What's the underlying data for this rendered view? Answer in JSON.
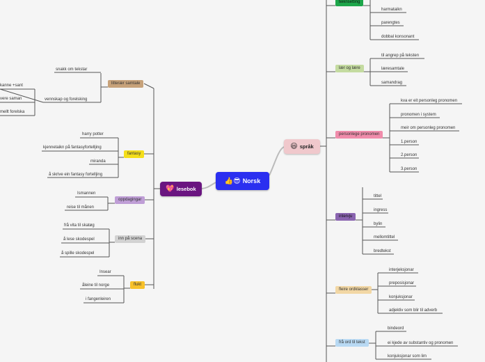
{
  "root": {
    "label": "Norsk",
    "icons": "👍😎"
  },
  "lesebok": {
    "label": "lesebok",
    "icon": "💖",
    "groups": [
      {
        "label": "litterær samtale",
        "children": [
          "snakk om tekstar",
          "vennskap og forelsking"
        ],
        "sub": [
          "kanne +sant",
          "vere saman",
          "mellt forelska"
        ]
      },
      {
        "label": "fantasy",
        "children": [
          "harry potter",
          "kjennetaikn på fantasyfortelljing",
          "miranda",
          "å skrive ein fantasy fortelljing"
        ]
      },
      {
        "label": "oppdagingar",
        "children": [
          "Ismannen",
          "reise til månen"
        ]
      },
      {
        "label": "inn på scena",
        "children": [
          "frå vita til skatøg",
          "å lese skodespel",
          "å spille skodespel"
        ]
      },
      {
        "label": "flukt",
        "children": [
          "Insear",
          "åleine til norge",
          "i fangenleiren"
        ]
      }
    ]
  },
  "sprak": {
    "label": "språk",
    "icon": "😃",
    "groups": [
      {
        "label": "teiknsetting",
        "children": [
          "harmataikn",
          "parengtes",
          "dobbal konsonant"
        ]
      },
      {
        "label": "lær og lære",
        "children": [
          "til angrep på teksten",
          "læresamtale",
          "samandrag"
        ]
      },
      {
        "label": "personlege pronomen",
        "children": [
          "kva er eit personleg pronomen",
          "pronomen i system",
          "meir om personleg pronomen",
          "1.person",
          "2.person",
          "3.person"
        ]
      },
      {
        "label": "intervju",
        "children": [
          "tittel",
          "ingress",
          "bylin",
          "mellomtittel",
          "bredtekst"
        ]
      },
      {
        "label": "fleire ordklasser",
        "children": [
          "interjeksjonar",
          "preposisjonar",
          "konjuksjonar",
          "adjektiv som blir til adverb"
        ]
      },
      {
        "label": "frå ord til tekst",
        "children": [
          "bindeord",
          "ei kjede av substantiv og pronomen",
          "konjuksjonar som lim"
        ]
      }
    ]
  },
  "colors": {
    "root": "#2b2ff0",
    "lesebok": "#6a1580",
    "sprak": "#f0c8cc",
    "litteraer": "#c7a27a",
    "fantasy": "#f4de1a",
    "oppdagingar": "#bf9ed6",
    "innpascena": "#d2d2d2",
    "flukt": "#f7c12a",
    "teiknsetting": "#1da64a",
    "laer": "#c4dba0",
    "personlege": "#f08cab",
    "intervju": "#8a64b0",
    "fleire": "#f2d7a4",
    "fraord": "#b8d9f3",
    "line": "#555555"
  }
}
